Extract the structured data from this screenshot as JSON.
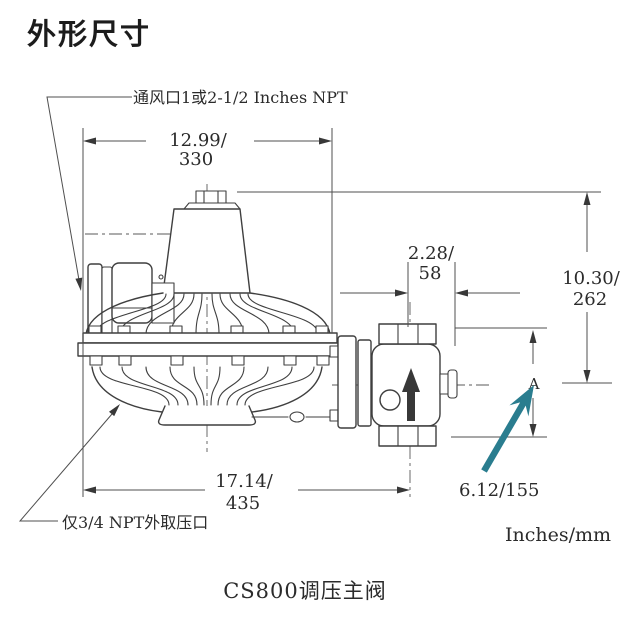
{
  "title": "外形尺寸",
  "caption": "CS800调压主阀",
  "units_note": "Inches/mm",
  "callouts": {
    "vent": "通风口1或2-1/2 Inches NPT",
    "pressure_tap": "仅3/4 NPT外取压口"
  },
  "dimensions": {
    "case_width": {
      "line1": "12.99/",
      "line2": "330"
    },
    "outlet_offset": {
      "line1": "2.28/",
      "line2": "58"
    },
    "overall_height": {
      "line1": "10.30/",
      "line2": "262"
    },
    "overall_length": {
      "line1": "17.14/",
      "line2": "435"
    },
    "dim_a": {
      "label": "A",
      "value": "6.12/155"
    }
  },
  "colors": {
    "line": "#3f3f3f",
    "dimline": "#4f4f4f",
    "text": "#2b2b2b",
    "annotation_arrow": "#2a7d8f",
    "background": "#ffffff"
  }
}
